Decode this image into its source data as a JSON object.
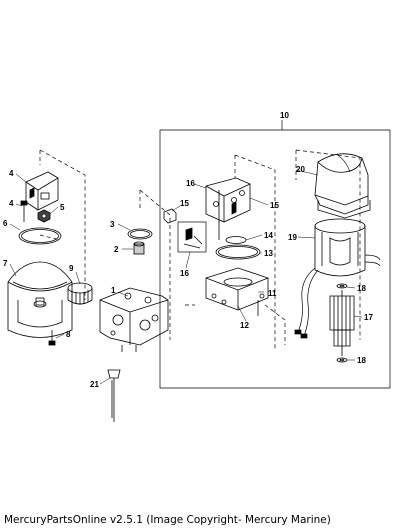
{
  "callouts": [
    "1",
    "2",
    "3",
    "4",
    "4",
    "5",
    "6",
    "7",
    "8",
    "9",
    "10",
    "11",
    "12",
    "13",
    "14",
    "15",
    "15",
    "16",
    "16",
    "17",
    "18",
    "18",
    "19",
    "20",
    "21"
  ],
  "footer": {
    "text": "MercuryPartsOnline v2.5.1 (Image Copyright- Mercury Marine)"
  }
}
